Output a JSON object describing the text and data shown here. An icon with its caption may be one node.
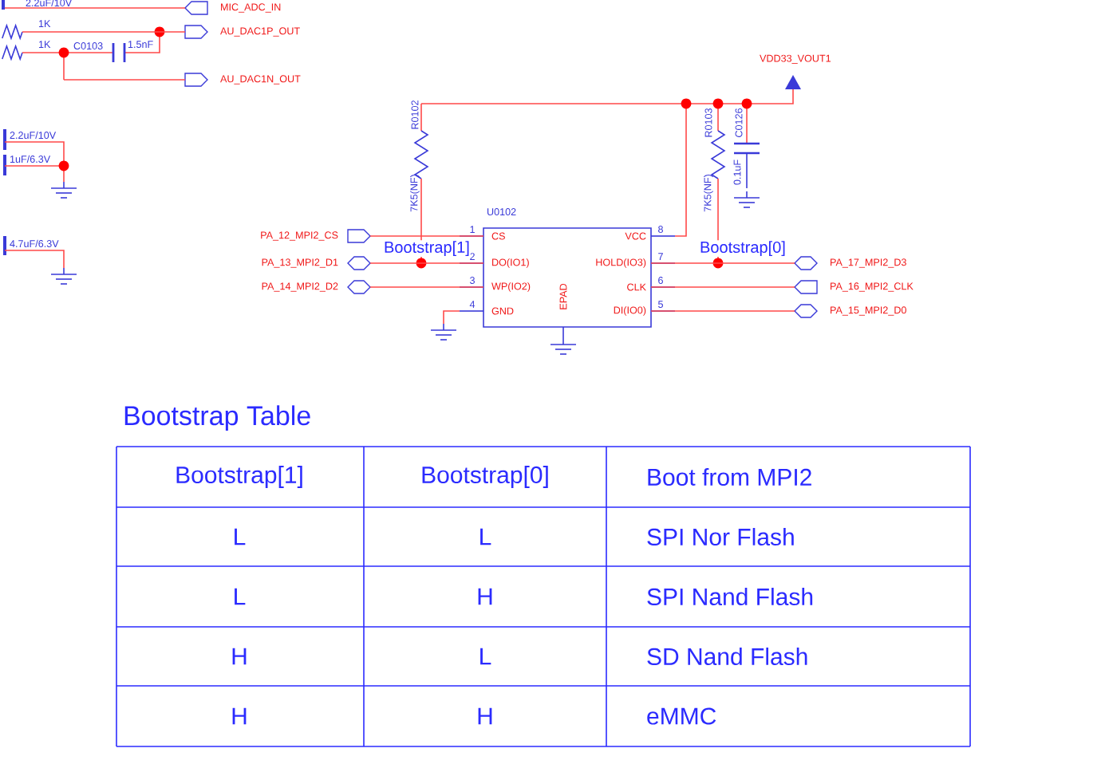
{
  "diagram": {
    "title": "Bootstrap Table",
    "nodes": [
      {
        "text": [
          "U0102",
          "CS",
          "DO(IO1)",
          "WP(IO2)",
          "GND",
          "VCC",
          "HOLD(IO3)",
          "CLK",
          "DI(IO0)",
          "EPAD"
        ],
        "beside": [
          "1",
          "2",
          "3",
          "4",
          "8",
          "7",
          "6",
          "5"
        ]
      },
      {
        "text": [],
        "shape": "pentagon",
        "beside": [
          "MIC_ADC_IN"
        ]
      },
      {
        "text": [],
        "shape": "pentagon",
        "beside": [
          "AU_DAC1P_OUT"
        ]
      },
      {
        "text": [],
        "shape": "pentagon",
        "beside": [
          "AU_DAC1N_OUT"
        ]
      },
      {
        "text": [],
        "shape": "pentagon",
        "beside": [
          "PA_12_MPI2_CS"
        ]
      },
      {
        "text": [],
        "shape": "hexagon",
        "beside": [
          "PA_13_MPI2_D1"
        ]
      },
      {
        "text": [],
        "shape": "hexagon",
        "beside": [
          "PA_14_MPI2_D2"
        ]
      },
      {
        "text": [],
        "shape": "hexagon",
        "beside": [
          "PA_17_MPI2_D3"
        ]
      },
      {
        "text": [],
        "shape": "pentagon",
        "beside": [
          "PA_16_MPI2_CLK"
        ]
      },
      {
        "text": [],
        "shape": "hexagon",
        "beside": [
          "PA_15_MPI2_D0"
        ]
      }
    ],
    "edges": [
      {
        "from": null,
        "to": 1,
        "arrow": "none"
      },
      {
        "from": null,
        "to": 2,
        "arrow": "none"
      },
      {
        "from": null,
        "to": 3,
        "arrow": "none"
      },
      {
        "from": 0,
        "to": 4,
        "arrow": "none"
      },
      {
        "from": 0,
        "to": 5,
        "arrow": "none"
      },
      {
        "from": 0,
        "to": 6,
        "arrow": "none"
      },
      {
        "from": 0,
        "to": 7,
        "arrow": "none"
      },
      {
        "from": 0,
        "to": 8,
        "arrow": "none"
      },
      {
        "from": 0,
        "to": 9,
        "arrow": "none"
      }
    ],
    "labels": [
      "2.2uF/10V",
      "1K",
      "1K",
      "C0103",
      "1.5nF",
      "VDD33_VOUT1",
      "R0102",
      "R0103",
      "C0126",
      "7K5(NF)",
      "7K5(NF)",
      "0.1uF",
      "2.2uF/10V",
      "1uF/6.3V",
      "4.7uF/6.3V",
      "Bootstrap[1]",
      "Bootstrap[0]",
      "Bootstrap[1]",
      "Bootstrap[0]",
      "Boot from MPI2",
      "L",
      "L",
      "SPI Nor Flash",
      "L",
      "H",
      "SPI Nand Flash",
      "H",
      "L",
      "SD Nand Flash",
      "H",
      "H",
      "eMMC"
    ]
  }
}
